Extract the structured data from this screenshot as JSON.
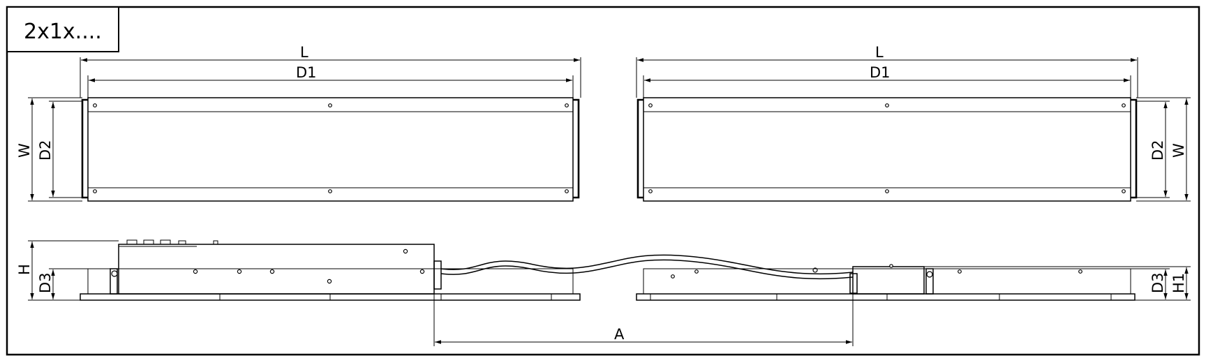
{
  "title_box": {
    "text": "2x1x...."
  },
  "dimensions": {
    "length": "L",
    "inner_length": "D1",
    "width": "W",
    "inner_width": "D2",
    "height": "H",
    "depth": "D3",
    "height_1": "H1",
    "spacing": "A"
  },
  "colors": {
    "line": "#000000",
    "background": "#ffffff"
  }
}
